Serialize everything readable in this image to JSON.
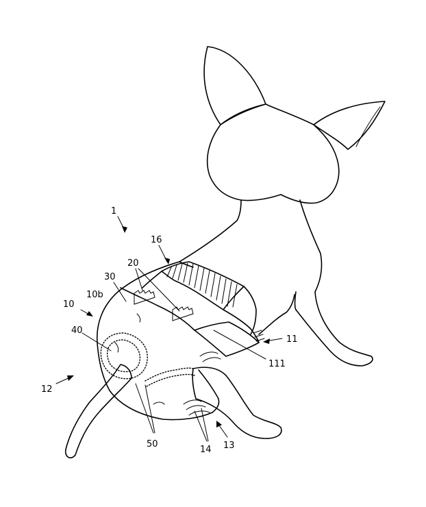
{
  "labels": {
    "l1": "1",
    "l16": "16",
    "l20": "20",
    "l30": "30",
    "l10b": "10b",
    "l10": "10",
    "l40": "40",
    "l12": "12",
    "l11": "11",
    "l111": "111",
    "l50": "50",
    "l14": "14",
    "l13": "13"
  }
}
